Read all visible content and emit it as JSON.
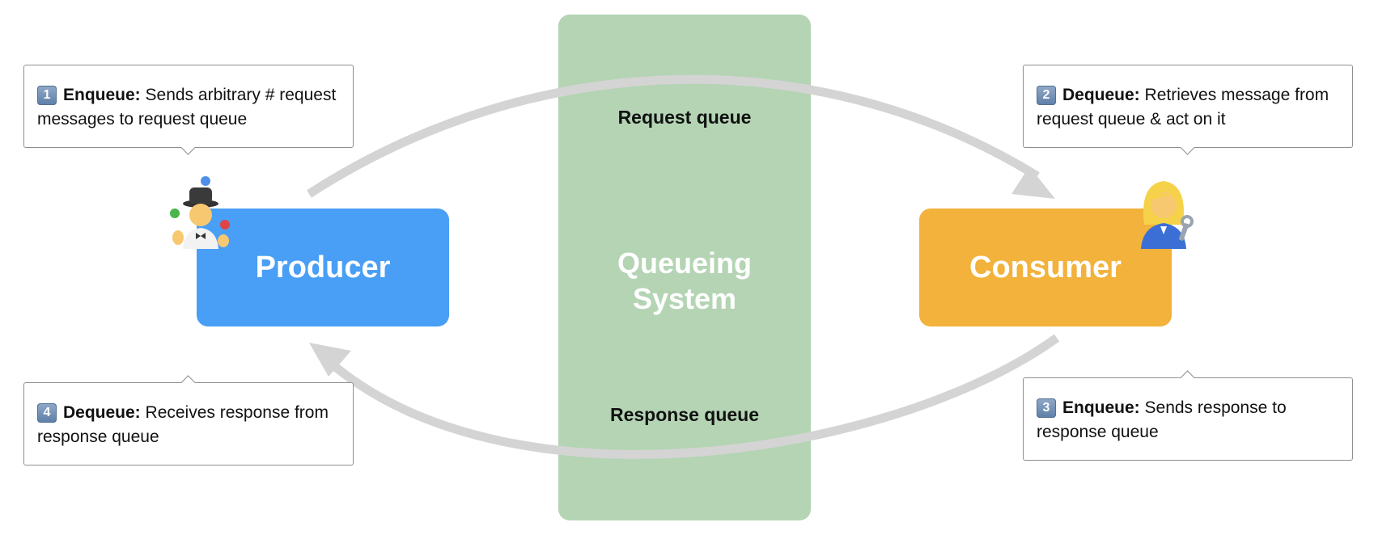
{
  "queue_system": {
    "title": "Queueing\nSystem",
    "request_queue": "Request queue",
    "response_queue": "Response queue"
  },
  "producer": {
    "label": "Producer",
    "icon": "juggler-person-icon"
  },
  "consumer": {
    "label": "Consumer",
    "icon": "mechanic-woman-icon"
  },
  "steps": [
    {
      "number": "1",
      "action": "Enqueue:",
      "description": "Sends arbitrary # request messages to request queue"
    },
    {
      "number": "2",
      "action": "Dequeue:",
      "description": "Retrieves message from request queue & act on it"
    },
    {
      "number": "3",
      "action": "Enqueue:",
      "description": "Sends response to response queue"
    },
    {
      "number": "4",
      "action": "Dequeue:",
      "description": "Receives response from response queue"
    }
  ],
  "colors": {
    "queue_panel": "#b4d4b4",
    "producer": "#489ff5",
    "consumer": "#f2b23c",
    "arrow": "#d4d4d4",
    "callout_border": "#8e8e8e"
  }
}
